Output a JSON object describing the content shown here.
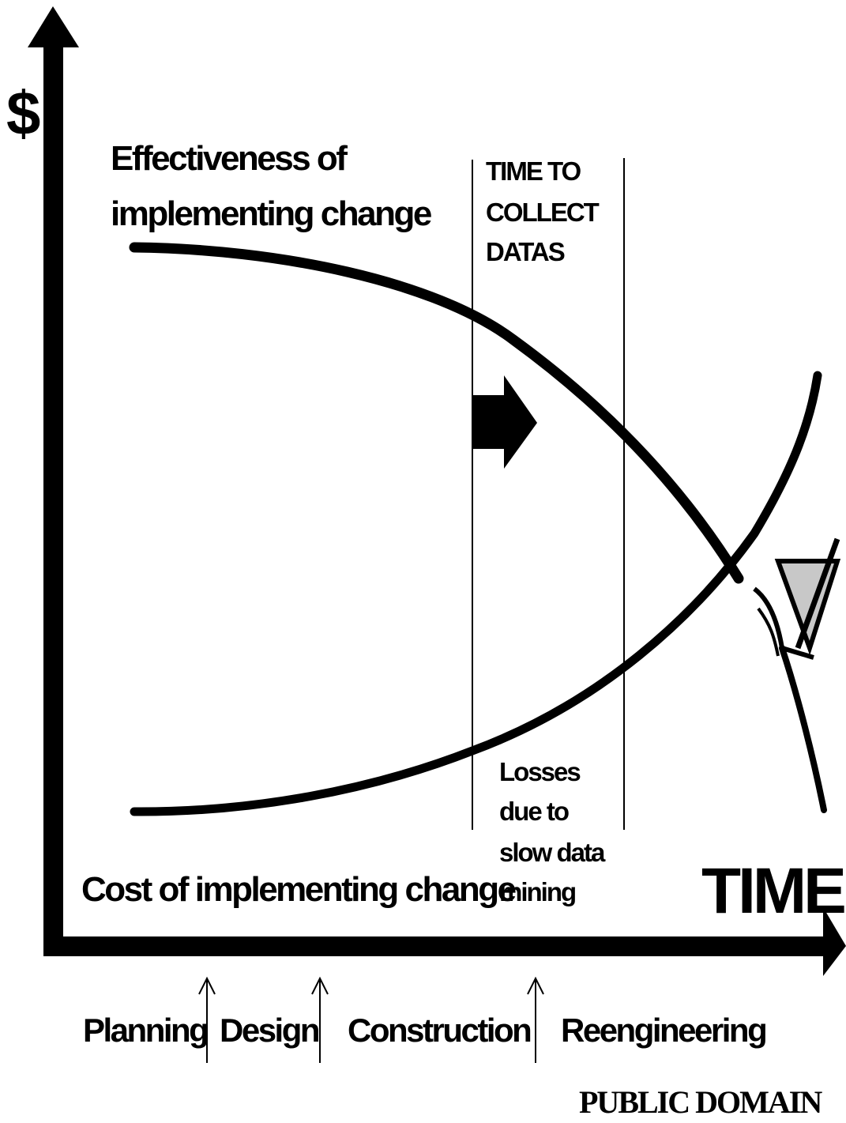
{
  "y_axis_label": "$",
  "x_axis_label": "TIME",
  "curves": {
    "effectiveness": [
      "Effectiveness of",
      "implementing change"
    ],
    "cost": "Cost of implementing change"
  },
  "window": {
    "title": [
      "TIME TO",
      "COLLECT",
      "DATAS"
    ],
    "losses": [
      "Losses",
      "due to",
      "slow data",
      "mining"
    ]
  },
  "phases": [
    "Planning",
    "Design",
    "Construction",
    "Reengineering"
  ],
  "credit": "PUBLIC DOMAIN",
  "colors": {
    "ink": "#000000",
    "boat_sail": "#c8c8c8",
    "background": "#ffffff"
  },
  "icons": [
    "up-arrow-icon",
    "right-arrow-icon",
    "sailboat-icon"
  ]
}
